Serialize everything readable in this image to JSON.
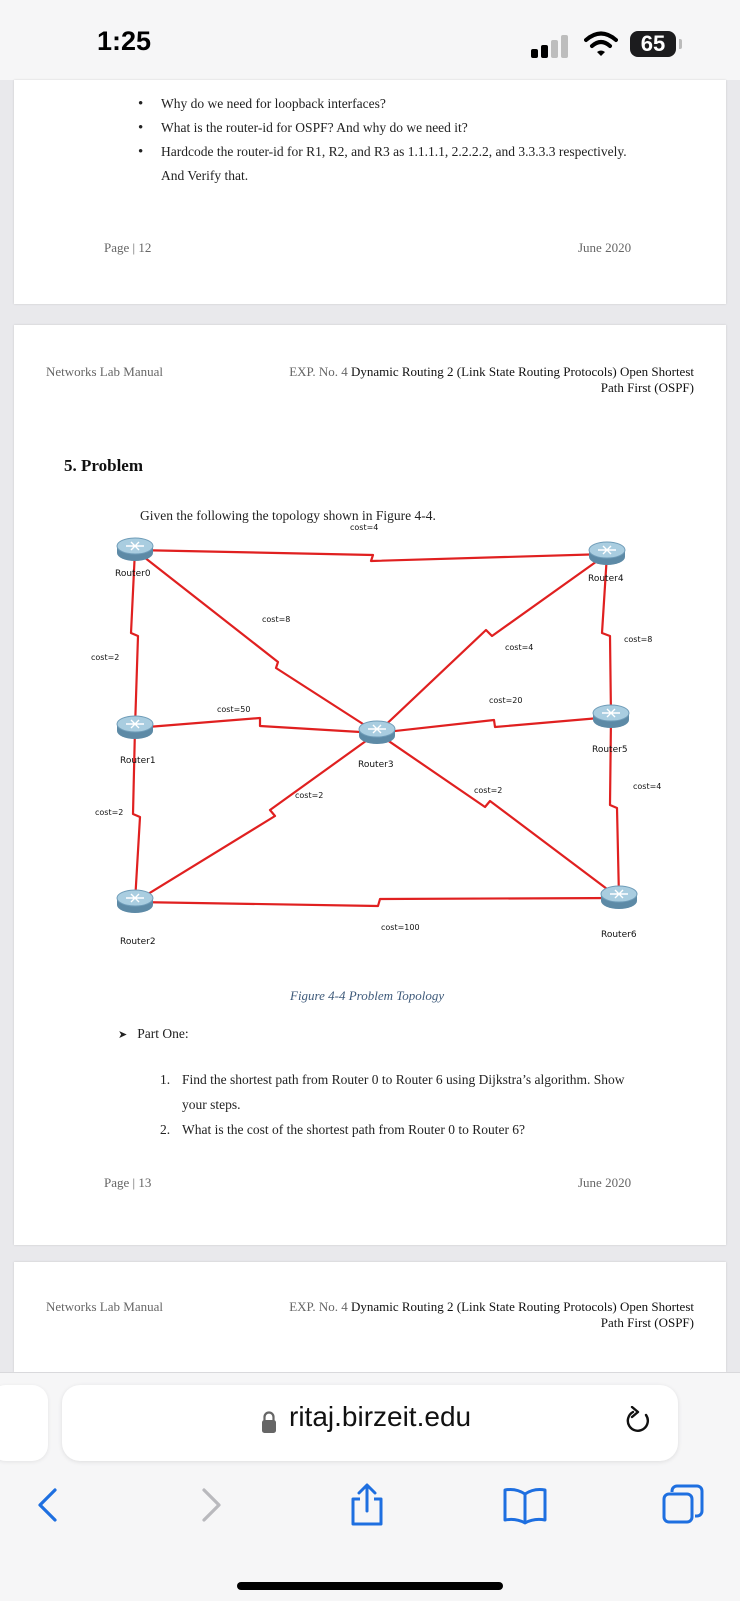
{
  "status_bar": {
    "time": "1:25",
    "battery": "65"
  },
  "page_a": {
    "bullets": [
      "Why do we need for loopback interfaces?",
      "What is the router-id for OSPF? And why do we need it?",
      "Hardcode the router-id for R1, R2, and R3 as 1.1.1.1, 2.2.2.2, and 3.3.3.3 respectively. And Verify that."
    ],
    "footer_left": "Page | 12",
    "footer_right": "June 2020"
  },
  "page_b": {
    "header_left": "Networks Lab Manual",
    "header_right_prefix": "EXP. No. 4",
    "header_right_title": "Dynamic Routing 2 (Link State Routing Protocols) Open Shortest Path First (OSPF)",
    "section_title": "5. Problem",
    "intro": "Given the following the topology shown in Figure 4-4.",
    "topology": {
      "routers": [
        "Router0",
        "Router1",
        "Router2",
        "Router3",
        "Router4",
        "Router5",
        "Router6"
      ],
      "links": [
        {
          "label": "cost=4"
        },
        {
          "label": "cost=2"
        },
        {
          "label": "cost=8"
        },
        {
          "label": "cost=2"
        },
        {
          "label": "cost=50"
        },
        {
          "label": "cost=2"
        },
        {
          "label": "cost=100"
        },
        {
          "label": "cost=4"
        },
        {
          "label": "cost=8"
        },
        {
          "label": "cost=20"
        },
        {
          "label": "cost=2"
        },
        {
          "label": "cost=4"
        }
      ]
    },
    "figure_caption": "Figure 4-4 Problem Topology",
    "part_one_label": "Part One:",
    "part_one_items": [
      {
        "num": "1.",
        "text": "Find the shortest path from Router 0 to Router 6 using Dijkstra’s algorithm. Show your steps."
      },
      {
        "num": "2.",
        "text": "What is the cost of the shortest path from Router 0 to Router 6?"
      }
    ],
    "footer_left": "Page | 13",
    "footer_right": "June 2020"
  },
  "page_c": {
    "header_left": "Networks Lab Manual",
    "header_right_prefix": "EXP. No. 4",
    "header_right_title": "Dynamic Routing 2 (Link State Routing Protocols) Open Shortest Path First (OSPF)"
  },
  "browser": {
    "url": "ritaj.birzeit.edu"
  },
  "colors": {
    "link": "#e02020",
    "router_body": "#7ea9c3",
    "router_top": "#a9cde0"
  },
  "icons": [
    "signal-icon",
    "wifi-icon",
    "battery-icon",
    "lock-icon",
    "reload-icon",
    "back-icon",
    "forward-icon",
    "share-icon",
    "bookmarks-icon",
    "tabs-icon"
  ]
}
